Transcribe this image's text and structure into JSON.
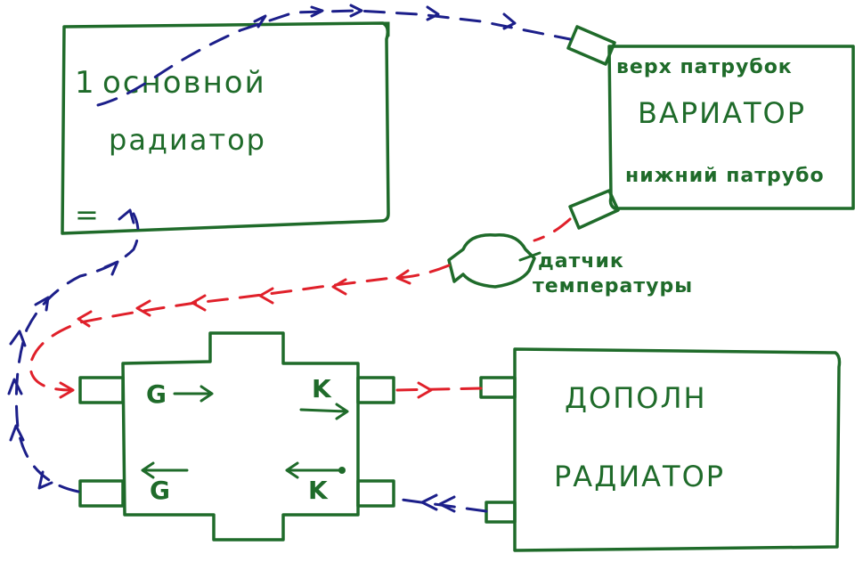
{
  "colors": {
    "outline": "#1f6b2a",
    "hot_flow": "#e0202a",
    "cold_flow": "#1c1f8a",
    "background": "#ffffff"
  },
  "main_radiator": {
    "number": "1",
    "line1": "основной",
    "line2": "радиатор",
    "port_mark": "="
  },
  "cvt": {
    "upper_pipe": "верх патрубок",
    "title": "ВАРИАТОР",
    "lower_pipe": "нижний патрубо"
  },
  "sensor": {
    "line1": "датчик",
    "line2": "температуры"
  },
  "valve": {
    "port_top_left": "G",
    "port_top_right": "K",
    "port_bottom_left": "G",
    "port_bottom_right": "K"
  },
  "extra_radiator": {
    "line1": "ДОПОЛН",
    "line2": "РАДИАТОР"
  }
}
